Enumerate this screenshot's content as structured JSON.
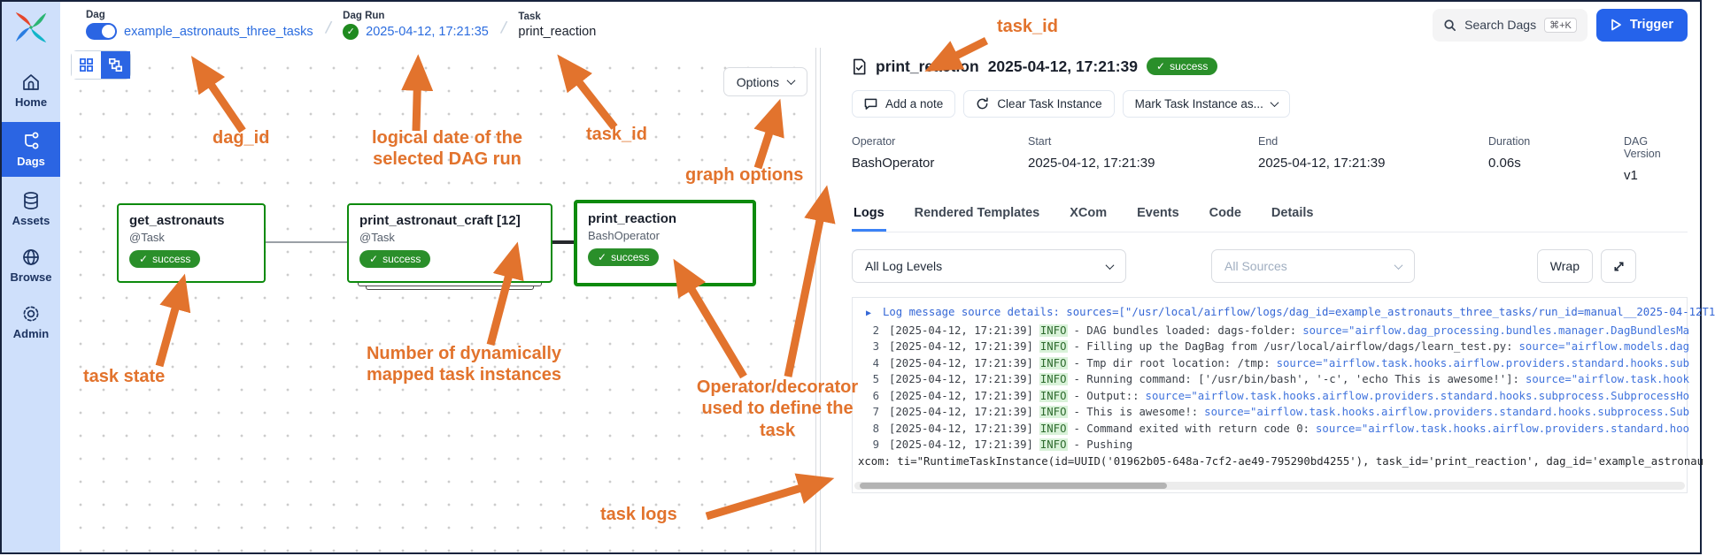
{
  "colors": {
    "accent_blue": "#2563eb",
    "sidebar_bg": "#cfe0fb",
    "success_green": "#2a8f2a",
    "node_border_green": "#0d8a0d",
    "annotation_orange": "#e2732d",
    "link_blue": "#2b6cdf",
    "log_link_blue": "#4073dd"
  },
  "icons": {
    "check": "✓",
    "expand_row_caret": "▶",
    "search": "magnifier",
    "trigger": "play",
    "note": "speech-bubble",
    "clear": "redo-arrow",
    "expand": "diagonal-arrows"
  },
  "sidebar": {
    "items": [
      {
        "label": "Home"
      },
      {
        "label": "Dags",
        "active": true
      },
      {
        "label": "Assets"
      },
      {
        "label": "Browse"
      },
      {
        "label": "Admin"
      }
    ]
  },
  "breadcrumb": {
    "dag_label": "Dag",
    "dag_value": "example_astronauts_three_tasks",
    "dag_run_label": "Dag Run",
    "dag_run_value": "2025-04-12, 17:21:35",
    "task_label": "Task",
    "task_value": "print_reaction"
  },
  "topbar": {
    "search_placeholder": "Search Dags",
    "search_shortcut": "⌘+K",
    "trigger_label": "Trigger"
  },
  "graph": {
    "options_label": "Options",
    "nodes": [
      {
        "title": "get_astronauts",
        "subtitle": "@Task",
        "status": "success"
      },
      {
        "title": "print_astronaut_craft [12]",
        "subtitle": "@Task",
        "status": "success",
        "mapped": true
      },
      {
        "title": "print_reaction",
        "subtitle": "BashOperator",
        "status": "success",
        "selected": true
      }
    ]
  },
  "panel": {
    "title": "print_reaction",
    "timestamp": "2025-04-12, 17:21:39",
    "status": "success",
    "buttons": {
      "add_note": "Add a note",
      "clear": "Clear Task Instance",
      "mark_as": "Mark Task Instance as..."
    },
    "meta": {
      "cols": [
        {
          "label": "Operator",
          "value": "BashOperator"
        },
        {
          "label": "Start",
          "value": "2025-04-12, 17:21:39"
        },
        {
          "label": "End",
          "value": "2025-04-12, 17:21:39"
        },
        {
          "label": "Duration",
          "value": "0.06s"
        },
        {
          "label": "DAG Version",
          "value": "v1"
        }
      ]
    },
    "tabs": [
      {
        "label": "Logs",
        "active": true
      },
      {
        "label": "Rendered Templates"
      },
      {
        "label": "XCom"
      },
      {
        "label": "Events"
      },
      {
        "label": "Code"
      },
      {
        "label": "Details"
      }
    ],
    "controls": {
      "log_levels": "All Log Levels",
      "sources": "All Sources",
      "wrap": "Wrap"
    }
  },
  "logs": {
    "source_header": "Log message source details: sources=[\"/usr/local/airflow/logs/dag_id=example_astronauts_three_tasks/run_id=manual__2025-04-12T1",
    "lines": [
      {
        "num": "2",
        "time": "[2025-04-12, 17:21:39]",
        "level": "INFO",
        "msg": "- DAG bundles loaded: dags-folder:",
        "link": "source=\"airflow.dag_processing.bundles.manager.DagBundlesMa"
      },
      {
        "num": "3",
        "time": "[2025-04-12, 17:21:39]",
        "level": "INFO",
        "msg": "- Filling up the DagBag from /usr/local/airflow/dags/learn_test.py:",
        "link": "source=\"airflow.models.dag"
      },
      {
        "num": "4",
        "time": "[2025-04-12, 17:21:39]",
        "level": "INFO",
        "msg": "- Tmp dir root location: /tmp:",
        "link": "source=\"airflow.task.hooks.airflow.providers.standard.hooks.sub"
      },
      {
        "num": "5",
        "time": "[2025-04-12, 17:21:39]",
        "level": "INFO",
        "msg": "- Running command: ['/usr/bin/bash', '-c', 'echo This is awesome!']:",
        "link": "source=\"airflow.task.hook"
      },
      {
        "num": "6",
        "time": "[2025-04-12, 17:21:39]",
        "level": "INFO",
        "msg": "- Output::",
        "link": "source=\"airflow.task.hooks.airflow.providers.standard.hooks.subprocess.SubprocessHo"
      },
      {
        "num": "7",
        "time": "[2025-04-12, 17:21:39]",
        "level": "INFO",
        "msg": "- This is awesome!:",
        "link": "source=\"airflow.task.hooks.airflow.providers.standard.hooks.subprocess.Sub"
      },
      {
        "num": "8",
        "time": "[2025-04-12, 17:21:39]",
        "level": "INFO",
        "msg": "- Command exited with return code 0:",
        "link": "source=\"airflow.task.hooks.airflow.providers.standard.hoo"
      },
      {
        "num": "9",
        "time": "[2025-04-12, 17:21:39]",
        "level": "INFO",
        "msg": "- Pushing",
        "link": ""
      }
    ],
    "xcom_line": "xcom: ti=\"RuntimeTaskInstance(id=UUID('01962b05-648a-7cf2-ae49-795290bd4255'), task_id='print_reaction', dag_id='example_astronau"
  },
  "annotations": {
    "task_id_panel": "task_id",
    "dag_id": "dag_id",
    "logical_date": "logical date of the\nselected DAG run",
    "task_id_breadcrumb": "task_id",
    "graph_options": "graph options",
    "task_state": "task state",
    "mapped_instances": "Number of dynamically\nmapped task instances",
    "operator_decorator": "Operator/decorator\nused to define the\ntask",
    "task_logs": "task logs"
  }
}
